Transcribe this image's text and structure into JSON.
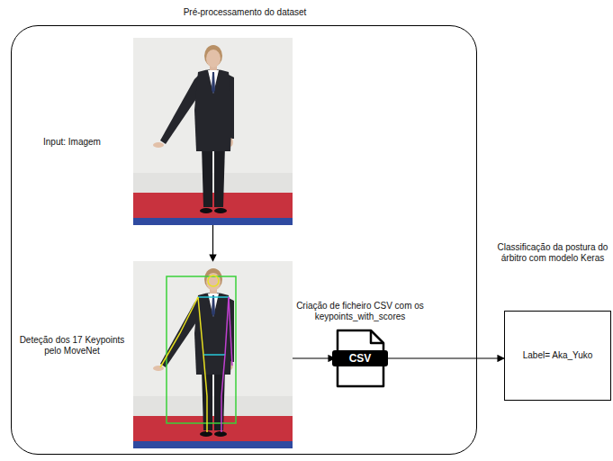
{
  "diagram": {
    "nodes": [
      {
        "text": [
          "Pré-processamento do dataset"
        ]
      },
      {
        "text": [
          "Input: Imagem"
        ],
        "in": 0
      },
      {
        "text": [
          "Deteção dos 17 Keypoints pelo MoveNet"
        ],
        "in": 0
      },
      {
        "text": [
          "Criação de ficheiro CSV com os keypoints_with_scores",
          "CSV"
        ]
      },
      {
        "text": [
          "Classificação da postura do árbitro com modelo Keras",
          "Label= Aka_Yuko"
        ]
      }
    ],
    "edges": [
      {
        "from": 1,
        "to": 2,
        "arrow": "to"
      },
      {
        "from": 2,
        "to": 3,
        "arrow": "to"
      },
      {
        "from": 3,
        "to": 4,
        "arrow": "to"
      }
    ]
  }
}
